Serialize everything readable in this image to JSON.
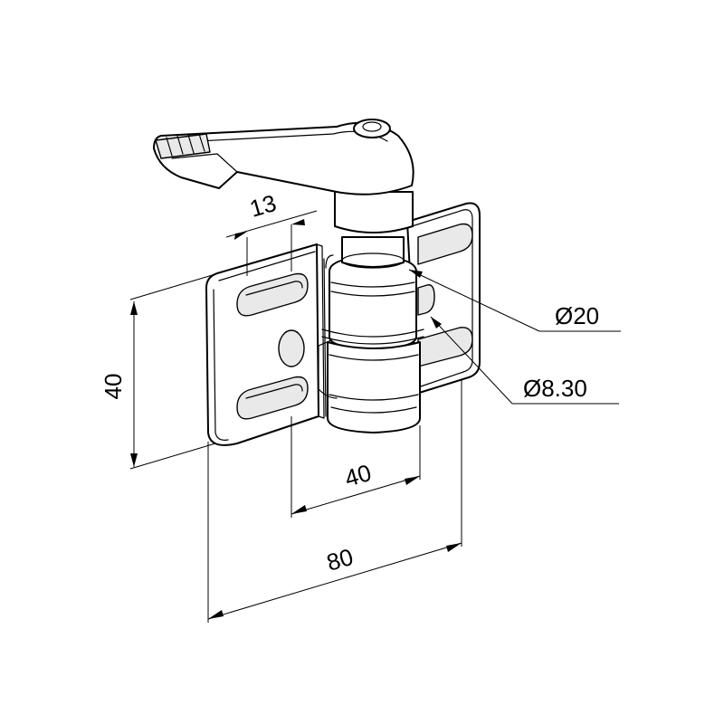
{
  "dimensions": {
    "slot_width": "13",
    "height": "40",
    "inner_width": "40",
    "overall_width": "80",
    "barrel_diameter": "Ø20",
    "pin_diameter": "Ø8.30"
  },
  "colors": {
    "line": "#000000",
    "background": "#ffffff",
    "shading": "#e9e9e9"
  }
}
